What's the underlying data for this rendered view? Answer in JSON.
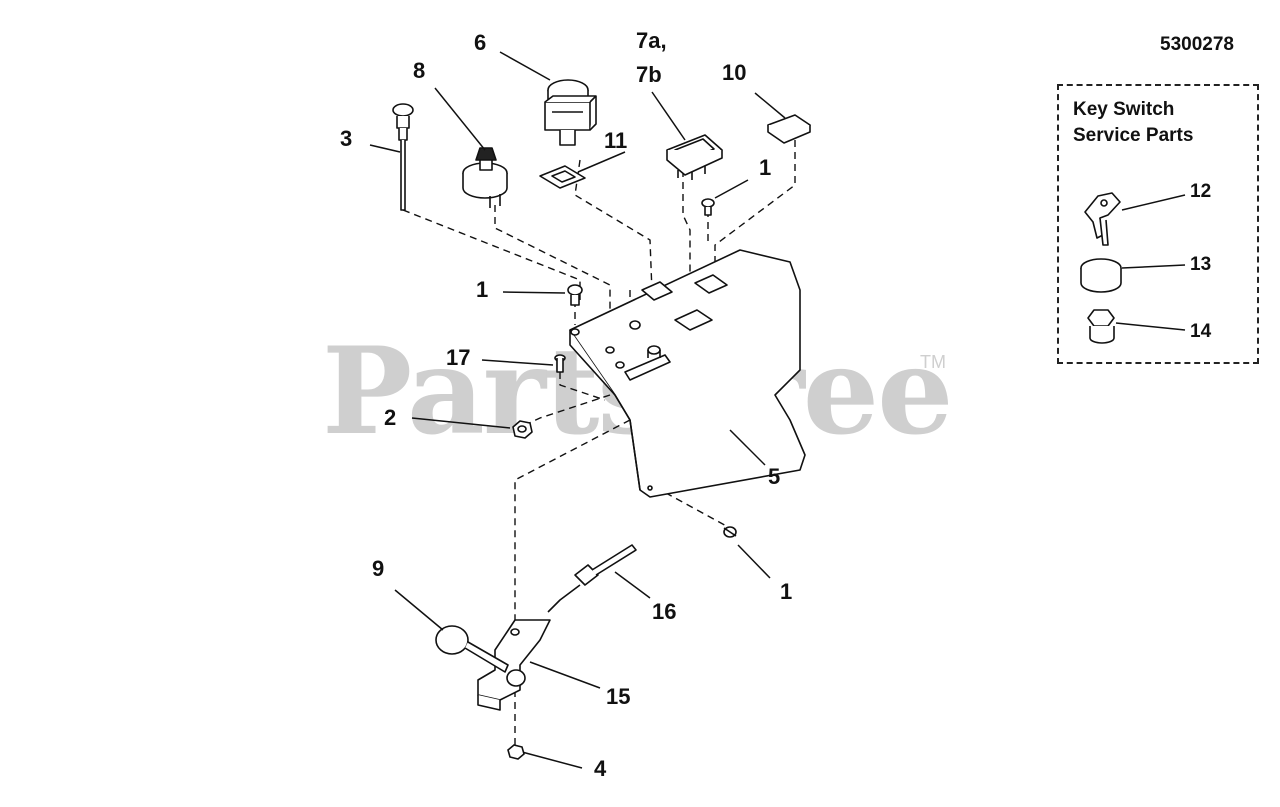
{
  "diagram_number": "5300278",
  "watermark": {
    "text": "PartsTree",
    "tm": "TM"
  },
  "inset": {
    "title_line1": "Key Switch",
    "title_line2": "Service Parts"
  },
  "callouts": {
    "c1a": "1",
    "c1b": "1",
    "c1c": "1",
    "c2": "2",
    "c3": "3",
    "c4": "4",
    "c5": "5",
    "c6": "6",
    "c7a": "7a,",
    "c7b": "7b",
    "c8": "8",
    "c9": "9",
    "c10": "10",
    "c11": "11",
    "c12": "12",
    "c13": "13",
    "c14": "14",
    "c15": "15",
    "c16": "16",
    "c17": "17"
  },
  "colors": {
    "line": "#111111",
    "watermark": "#cfcfcf",
    "part_fill": "#ffffff",
    "dark_fill": "#222222"
  }
}
